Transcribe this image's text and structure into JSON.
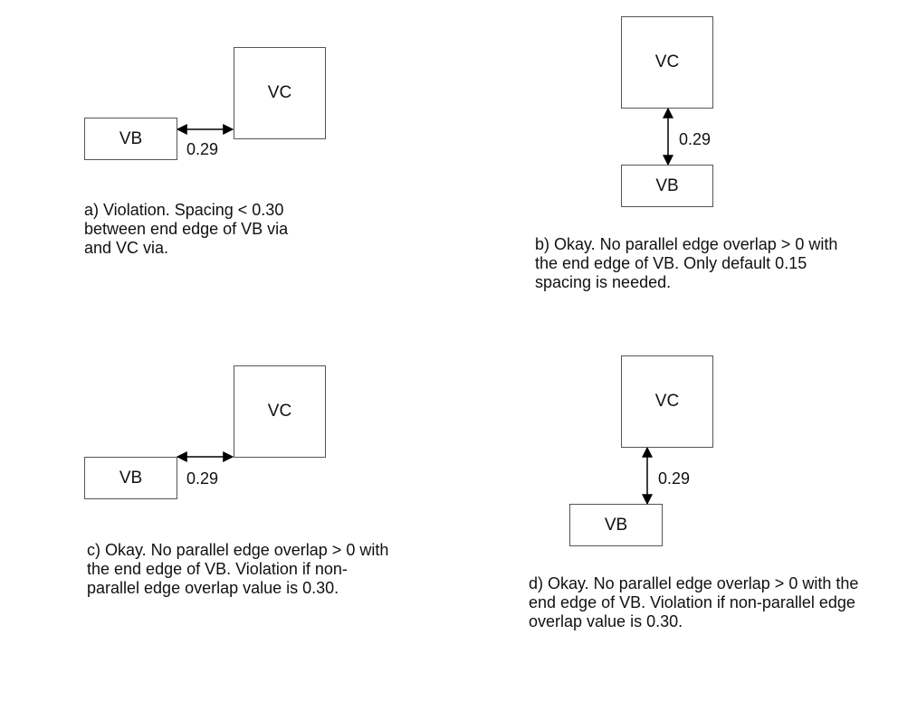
{
  "panels": [
    {
      "id": "a",
      "upper_via": "VC",
      "lower_via": "VB",
      "spacing_value": "0.29",
      "arrow_orientation": "horizontal",
      "caption": "a) Violation. Spacing < 0.30\nbetween end edge of VB via\nand VC via.",
      "status": "Violation"
    },
    {
      "id": "b",
      "upper_via": "VC",
      "lower_via": "VB",
      "spacing_value": "0.29",
      "arrow_orientation": "vertical",
      "caption": "b) Okay. No parallel edge overlap > 0 with\nthe end edge of VB. Only default 0.15\nspacing is needed.",
      "status": "Okay"
    },
    {
      "id": "c",
      "upper_via": "VC",
      "lower_via": "VB",
      "spacing_value": "0.29",
      "arrow_orientation": "horizontal",
      "caption": "c) Okay. No parallel edge overlap > 0 with\nthe end edge of VB. Violation if non-\nparallel edge overlap value is 0.30.",
      "status": "Okay"
    },
    {
      "id": "d",
      "upper_via": "VC",
      "lower_via": "VB",
      "spacing_value": "0.29",
      "arrow_orientation": "vertical",
      "caption": "d) Okay. No parallel edge overlap > 0 with the\nend edge of VB. Violation if non-parallel edge\noverlap value is 0.30.",
      "status": "Okay"
    }
  ]
}
